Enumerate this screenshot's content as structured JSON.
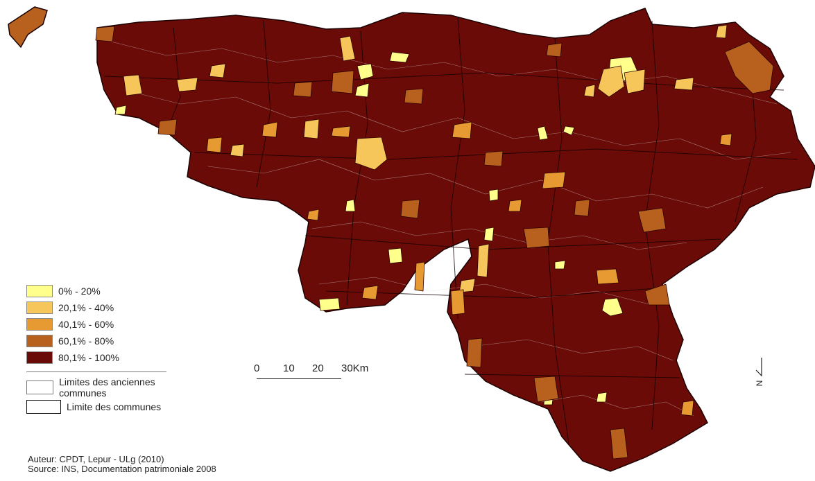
{
  "legend": {
    "classes": [
      {
        "label": "0% - 20%",
        "color": "#ffff8c"
      },
      {
        "label": "20,1% - 40%",
        "color": "#f6c65a"
      },
      {
        "label": "40,1% - 60%",
        "color": "#e79a32"
      },
      {
        "label": "60,1% - 80%",
        "color": "#b8601e"
      },
      {
        "label": "80,1% - 100%",
        "color": "#6b0b07"
      }
    ],
    "lines": [
      {
        "label": "Limites des anciennes communes"
      },
      {
        "label": "Limite des communes"
      }
    ]
  },
  "scale": {
    "ticks": [
      "0",
      "10",
      "20",
      "30Km"
    ]
  },
  "north_label": "N",
  "credits": {
    "author": "Auteur: CPDT, Lepur - ULg (2010)",
    "source": "Source: INS, Documentation patrimoniale 2008"
  }
}
